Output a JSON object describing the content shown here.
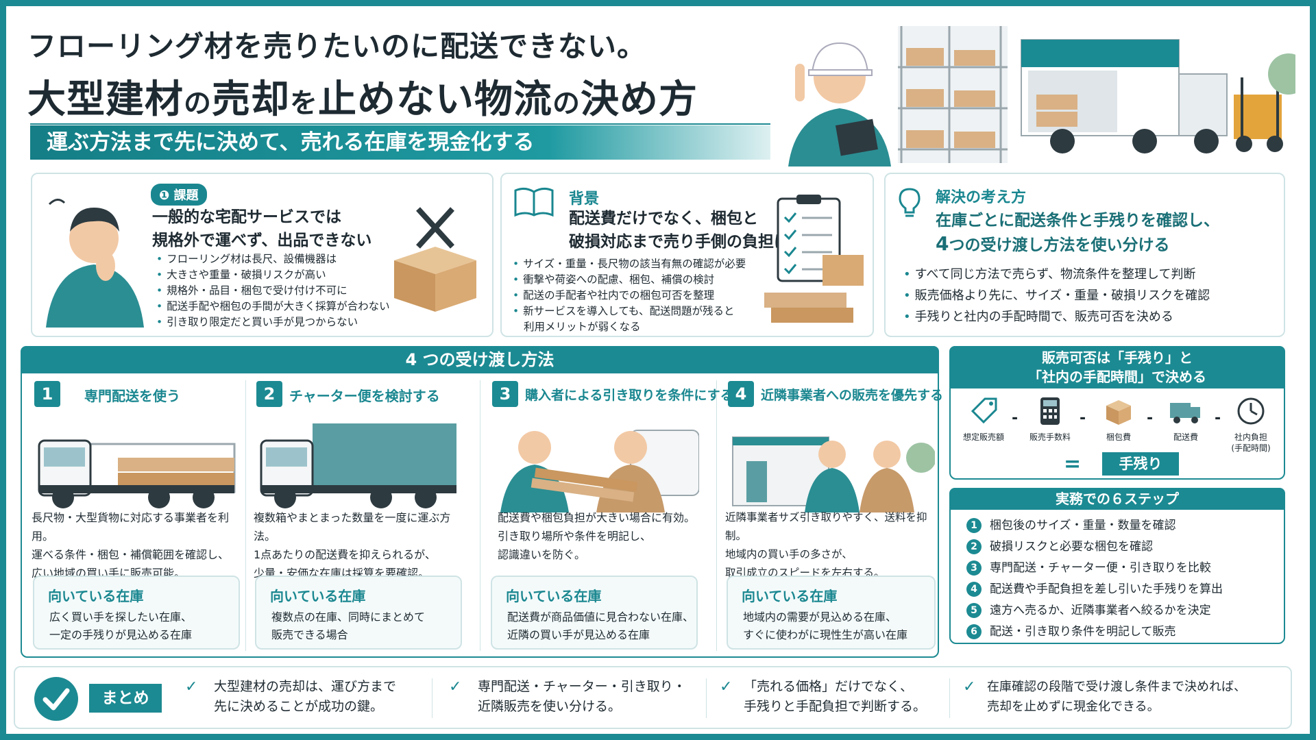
{
  "header": {
    "title_line1": "フローリング材を売りたいのに配送できない。",
    "title_line2_a": "大型建材",
    "title_line2_b": "の",
    "title_line2_c": "売却",
    "title_line2_d": "を",
    "title_line2_e": "止めない物流",
    "title_line2_f": "の",
    "title_line2_g": "決め方",
    "subtitle": "運ぶ方法まで先に決めて、売れる在庫を現金化する"
  },
  "problem": {
    "badge": "❶ 課題",
    "title_line1": "一般的な宅配サービスでは",
    "title_line2": "規格外で運べず、出品できない",
    "bullets": [
      "フローリング材は長尺、設備機器は",
      "大きさや重量・破損リスクが高い",
      "規格外・品目・梱包で受け付け不可に",
      "配送手配や梱包の手間が大きく採算が合わない",
      "引き取り限定だと買い手が見つからない"
    ]
  },
  "background": {
    "label": "背景",
    "title_line1": "配送費だけでなく、梱包と",
    "title_line2": "破損対応まで売り手側の負担に",
    "bullets": [
      "サイズ・重量・長尺物の該当有無の確認が必要",
      "衝撃や荷姿への配慮、梱包、補償の検討",
      "配送の手配者や社内での梱包可否を整理",
      "新サービスを導入しても、配送問題が残ると",
      "利用メリットが弱くなる"
    ]
  },
  "solution": {
    "label": "解決の考え方",
    "title_line1": "在庫ごとに配送条件と手残りを確認し、",
    "title_line2_num": "4",
    "title_line2_rest": "つの受け渡し方法を使い分ける",
    "bullets": [
      "すべて同じ方法で売らず、物流条件を整理して判断",
      "販売価格より先に、サイズ・重量・破損リスクを確認",
      "手残りと社内の手配時間で、販売可否を決める"
    ]
  },
  "methods": {
    "heading": "4 つの受け渡し方法",
    "suit_label": "向いている在庫",
    "items": [
      {
        "num": "1",
        "title": "専門配送を使う",
        "desc": [
          "長尺物・大型貨物に対応する事業者を利用。",
          "運べる条件・梱包・補償範囲を確認し、",
          "広い地域の買い手に販売可能。"
        ],
        "suit": [
          "広く買い手を探したい在庫、",
          "一定の手残りが見込める在庫"
        ]
      },
      {
        "num": "2",
        "title": "チャーター便を検討する",
        "desc": [
          "複数箱やまとまった数量を一度に運ぶ方法。",
          "1点あたりの配送費を抑えられるが、",
          "少量・安価な在庫は採算を要確認。"
        ],
        "suit": [
          "複数点の在庫、同時にまとめて",
          "販売できる場合"
        ]
      },
      {
        "num": "3",
        "title": "購入者による引き取りを条件にする",
        "desc": [
          "配送費や梱包負担が大きい場合に有効。",
          "引き取り場所や条件を明記し、",
          "認識違いを防ぐ。"
        ],
        "suit": [
          "配送費が商品価値に見合わない在庫、",
          "近隣の買い手が見込める在庫"
        ]
      },
      {
        "num": "4",
        "title": "近隣事業者への販売を優先する",
        "desc": [
          "近隣事業者サズ引き取りやすく、送料を抑制。",
          "地域内の買い手の多さが、",
          "取引成立のスピードを左右する。"
        ],
        "suit": [
          "地域内の需要が見込める在庫、",
          "すぐに使わがに現性生が高い在庫"
        ]
      }
    ]
  },
  "sale": {
    "heading_line1": "販売可否は「手残り」と",
    "heading_line2": "「社内の手配時間」で決める",
    "items": [
      {
        "label": "想定販売額",
        "icon": "price-tag-icon"
      },
      {
        "label": "販売手数料",
        "icon": "calculator-icon"
      },
      {
        "label": "梱包費",
        "icon": "box-icon"
      },
      {
        "label": "配送費",
        "icon": "truck-icon"
      },
      {
        "label": "社内負担",
        "label2": "(手配時間)",
        "icon": "clock-icon"
      }
    ],
    "equals": "=",
    "result": "手残り"
  },
  "steps": {
    "heading": "実務での６ステップ",
    "items": [
      {
        "num": "1",
        "text": "梱包後のサイズ・重量・数量を確認"
      },
      {
        "num": "2",
        "text": "破損リスクと必要な梱包を確認"
      },
      {
        "num": "3",
        "text": "専門配送・チャーター便・引き取りを比較"
      },
      {
        "num": "4",
        "text": "配送費や手配負担を差し引いた手残りを算出"
      },
      {
        "num": "5",
        "text": "遠方へ売るか、近隣事業者へ絞るかを決定"
      },
      {
        "num": "6",
        "text": "配送・引き取り条件を明記して販売"
      }
    ]
  },
  "summary": {
    "label": "まとめ",
    "items": [
      [
        "大型建材の売却は、運び方まで",
        "先に決めることが成功の鍵。"
      ],
      [
        "専門配送・チャーター・引き取り・",
        "近隣販売を使い分ける。"
      ],
      [
        "「売れる価格」だけでなく、",
        "手残りと手配負担で判断する。"
      ],
      [
        "在庫確認の段階で受け渡し条件まで決めれば、",
        "売却を止めずに現金化できる。"
      ]
    ]
  },
  "colors": {
    "accent": "#1c8a92",
    "text": "#1e2a31",
    "border": "#cfe3e5",
    "wood": "#d9b185"
  }
}
